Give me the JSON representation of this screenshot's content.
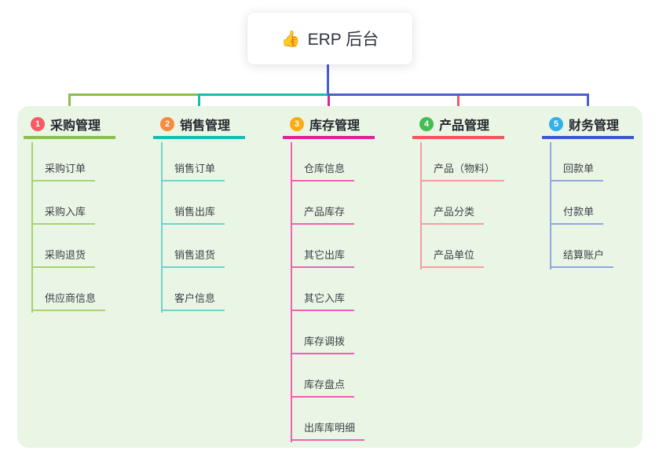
{
  "root": {
    "icon": "👍",
    "label": "ERP 后台"
  },
  "colors": {
    "page_bg": "#ffffff",
    "panel_bg": "#eaf6e5",
    "root_connector": "#4a5ed0",
    "root_text": "#2f343c",
    "header_text": "#23272d",
    "child_text": "#3c4147"
  },
  "branches": [
    {
      "badge": "1",
      "label": "采购管理",
      "badge_color": "#f75965",
      "line_color": "#8abf4b",
      "child_line_color": "#a8d36f",
      "children": [
        "采购订单",
        "采购入库",
        "采购退货",
        "供应商信息"
      ]
    },
    {
      "badge": "2",
      "label": "销售管理",
      "badge_color": "#fa8a3d",
      "line_color": "#17bcb4",
      "child_line_color": "#6fd3cb",
      "children": [
        "销售订单",
        "销售出库",
        "销售退货",
        "客户信息"
      ]
    },
    {
      "badge": "3",
      "label": "库存管理",
      "badge_color": "#fbac14",
      "line_color": "#e0219c",
      "child_line_color": "#ee61b3",
      "children": [
        "仓库信息",
        "产品库存",
        "其它出库",
        "其它入库",
        "库存调拨",
        "库存盘点",
        "出库库明细"
      ]
    },
    {
      "badge": "4",
      "label": "产品管理",
      "badge_color": "#44bd53",
      "line_color": "#f5555c",
      "child_line_color": "#f89ba0",
      "children": [
        "产品（物料）",
        "产品分类",
        "产品单位"
      ]
    },
    {
      "badge": "5",
      "label": "财务管理",
      "badge_color": "#32b0e8",
      "line_color": "#3d58cf",
      "child_line_color": "#92a6dd",
      "children": [
        "回款单",
        "付款单",
        "结算账户"
      ]
    }
  ]
}
